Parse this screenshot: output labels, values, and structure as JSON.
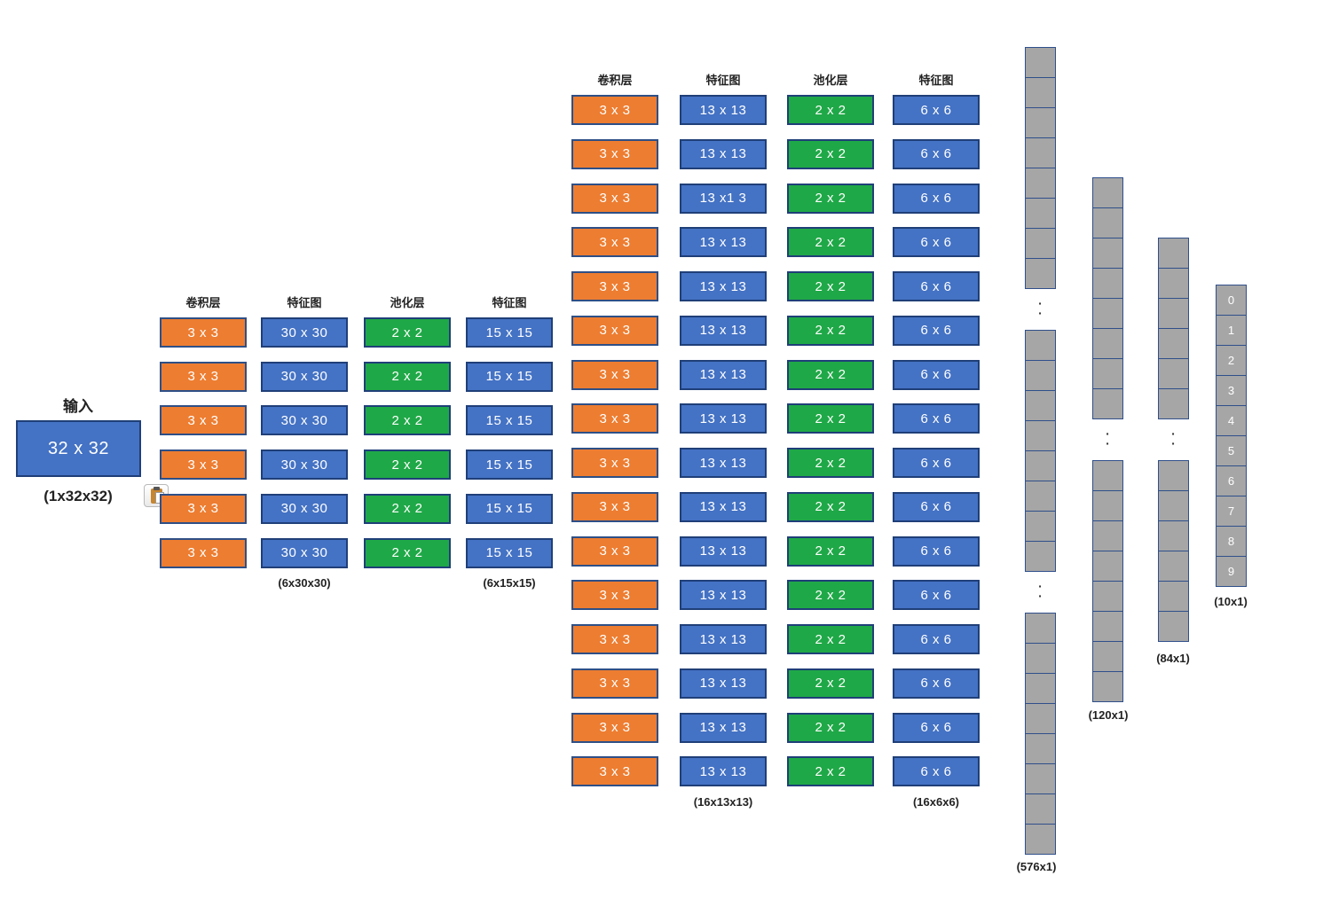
{
  "input": {
    "title": "输入",
    "size": "32 x 32",
    "shape": "(1x32x32)"
  },
  "block1": {
    "headers": [
      "卷积层",
      "特征图",
      "池化层",
      "特征图"
    ],
    "rows": [
      [
        "3 x 3",
        "30 x 30",
        "2 x 2",
        "15 x 15"
      ],
      [
        "3 x 3",
        "30 x 30",
        "2 x 2",
        "15 x 15"
      ],
      [
        "3 x 3",
        "30 x 30",
        "2 x 2",
        "15 x 15"
      ],
      [
        "3 x 3",
        "30 x 30",
        "2 x 2",
        "15 x 15"
      ],
      [
        "3 x 3",
        "30 x 30",
        "2 x 2",
        "15 x 15"
      ],
      [
        "3 x 3",
        "30 x 30",
        "2 x 2",
        "15 x 15"
      ]
    ],
    "captions": [
      "",
      "(6x30x30)",
      "",
      "(6x15x15)"
    ]
  },
  "block2": {
    "headers": [
      "卷积层",
      "特征图",
      "池化层",
      "特征图"
    ],
    "rows": [
      [
        "3 x 3",
        "13 x 13",
        "2 x 2",
        "6 x 6"
      ],
      [
        "3 x 3",
        "13 x 13",
        "2 x 2",
        "6 x 6"
      ],
      [
        "3 x 3",
        "13 x1 3",
        "2 x 2",
        "6 x 6"
      ],
      [
        "3 x 3",
        "13 x 13",
        "2 x 2",
        "6 x 6"
      ],
      [
        "3 x 3",
        "13 x 13",
        "2 x 2",
        "6 x 6"
      ],
      [
        "3 x 3",
        "13 x 13",
        "2 x 2",
        "6 x 6"
      ],
      [
        "3 x 3",
        "13 x 13",
        "2 x 2",
        "6 x 6"
      ],
      [
        "3 x 3",
        "13 x 13",
        "2 x 2",
        "6 x 6"
      ],
      [
        "3 x 3",
        "13 x 13",
        "2 x 2",
        "6 x 6"
      ],
      [
        "3 x 3",
        "13 x 13",
        "2 x 2",
        "6 x 6"
      ],
      [
        "3 x 3",
        "13 x 13",
        "2 x 2",
        "6 x 6"
      ],
      [
        "3 x 3",
        "13 x 13",
        "2 x 2",
        "6 x 6"
      ],
      [
        "3 x 3",
        "13 x 13",
        "2 x 2",
        "6 x 6"
      ],
      [
        "3 x 3",
        "13 x 13",
        "2 x 2",
        "6 x 6"
      ],
      [
        "3 x 3",
        "13 x 13",
        "2 x 2",
        "6 x 6"
      ],
      [
        "3 x 3",
        "13 x 13",
        "2 x 2",
        "6 x 6"
      ]
    ],
    "captions": [
      "",
      "(16x13x13)",
      "",
      "(16x6x6)"
    ]
  },
  "fc": [
    {
      "label": "(576x1)"
    },
    {
      "label": "(120x1)"
    },
    {
      "label": "(84x1)"
    },
    {
      "label": "(10x1)",
      "cells": [
        "0",
        "1",
        "2",
        "3",
        "4",
        "5",
        "6",
        "7",
        "8",
        "9"
      ]
    }
  ],
  "colors": {
    "conv": "#ed7d31",
    "feature": "#4472c4",
    "pool": "#1fa847",
    "vector": "#a6a6a6"
  },
  "icons": [
    "clipboard-icon"
  ]
}
